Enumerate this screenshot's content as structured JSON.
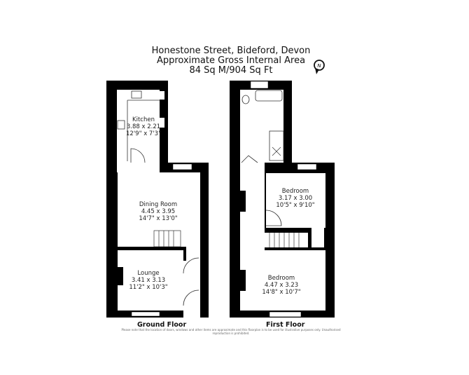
{
  "header": {
    "address": "Honestone Street, Bideford, Devon",
    "area_label": "Approximate Gross Internal Area",
    "area_value": "84 Sq M/904 Sq Ft",
    "compass": "N"
  },
  "ground_floor": {
    "label": "Ground Floor",
    "rooms": [
      {
        "name": "Kitchen",
        "metric": "3.88 x 2.21",
        "imperial": "12'9\" x 7'3\""
      },
      {
        "name": "Dining Room",
        "metric": "4.45 x 3.95",
        "imperial": "14'7\" x 13'0\""
      },
      {
        "name": "Lounge",
        "metric": "3.41 x 3.13",
        "imperial": "11'2\" x 10'3\""
      }
    ]
  },
  "first_floor": {
    "label": "First Floor",
    "rooms": [
      {
        "name": "Bedroom",
        "metric": "3.17 x 3.00",
        "imperial": "10'5\" x 9'10\""
      },
      {
        "name": "Bedroom",
        "metric": "4.47 x 3.23",
        "imperial": "14'8\" x 10'7\""
      }
    ]
  },
  "disclaimer": "Please note that the location of doors, windows and other items are approximate and this floorplan is to be used for illustrative purposes only. Unauthorised reproduction is prohibited."
}
